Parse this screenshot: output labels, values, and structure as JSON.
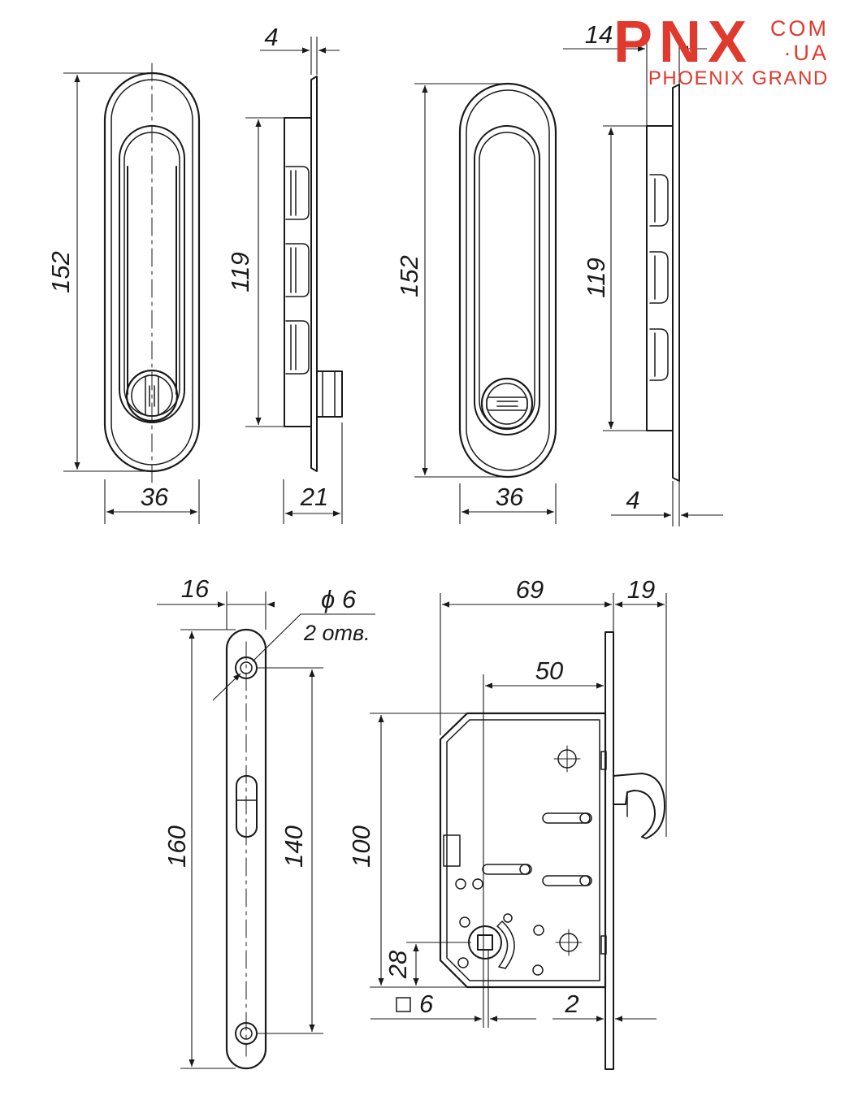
{
  "logo": {
    "brand": "PNX",
    "domain_top": "COM",
    "domain_bottom": "·UA",
    "subtitle": "PHOENIX GRAND",
    "color": "#e0392d"
  },
  "handle_1": {
    "height": "152",
    "width": "36",
    "side_thickness": "4",
    "side_depth": "21",
    "side_height": "119"
  },
  "handle_2": {
    "height": "152",
    "width": "36",
    "side_height": "119",
    "side_thickness_top": "14",
    "side_thickness_bottom": "4"
  },
  "faceplate": {
    "width": "16",
    "hole_diameter": "ϕ 6",
    "hole_count": "2 отв.",
    "length": "160",
    "hole_spacing": "140"
  },
  "lock_body": {
    "width": "69",
    "hook_projection": "19",
    "backset": "50",
    "height": "100",
    "spindle_offset": "28",
    "spindle_square": "6",
    "plate_thickness": "2"
  },
  "colors": {
    "line": "#1a1a1a"
  }
}
